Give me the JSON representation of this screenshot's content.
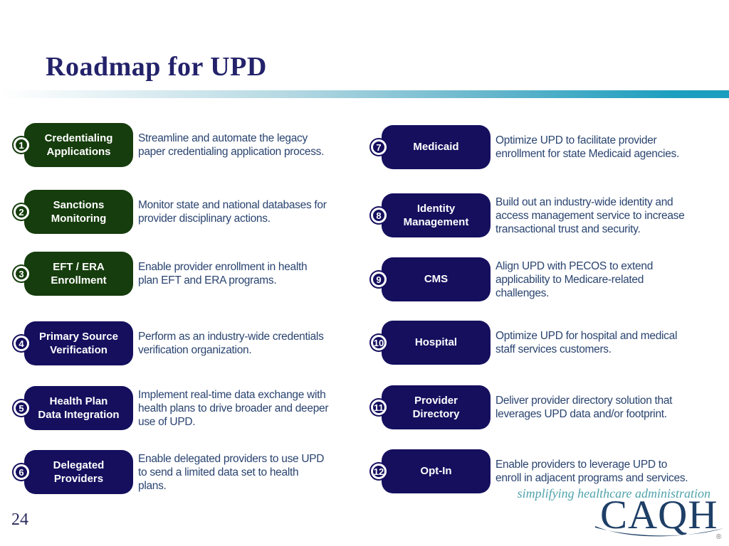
{
  "slide": {
    "title": "Roadmap for UPD",
    "page_number": "24"
  },
  "items": [
    {
      "number": "1",
      "color": "green",
      "label": "Credentialing\nApplications",
      "description": "Streamline and automate the legacy\npaper credentialing application process."
    },
    {
      "number": "2",
      "color": "green",
      "label": "Sanctions\nMonitoring",
      "description": "Monitor state and national databases for\nprovider disciplinary actions."
    },
    {
      "number": "3",
      "color": "green",
      "label": "EFT / ERA\nEnrollment",
      "description": "Enable provider enrollment in health\nplan EFT and ERA programs."
    },
    {
      "number": "4",
      "color": "navy",
      "label": "Primary Source\nVerification",
      "description": "Perform as an industry-wide credentials\nverification organization."
    },
    {
      "number": "5",
      "color": "navy",
      "label": "Health Plan\nData Integration",
      "description": "Implement real-time data exchange with\nhealth plans to drive broader and deeper\nuse of UPD."
    },
    {
      "number": "6",
      "color": "navy",
      "label": "Delegated\nProviders",
      "description": "Enable delegated providers to use UPD\nto send a limited data set to health\nplans."
    },
    {
      "number": "7",
      "color": "navy",
      "label": "Medicaid",
      "description": "Optimize UPD to facilitate provider\nenrollment for state Medicaid agencies."
    },
    {
      "number": "8",
      "color": "navy",
      "label": "Identity\nManagement",
      "description": "Build out an industry-wide identity and\naccess management service to increase\ntransactional trust and security."
    },
    {
      "number": "9",
      "color": "navy",
      "label": "CMS",
      "description": "Align UPD with PECOS to extend\napplicability to Medicare-related\nchallenges."
    },
    {
      "number": "10",
      "color": "navy",
      "label": "Hospital",
      "description": "Optimize UPD for hospital and medical\nstaff services customers."
    },
    {
      "number": "11",
      "color": "navy",
      "label": "Provider\nDirectory",
      "description": "Deliver provider directory solution that\nleverages UPD data and/or footprint."
    },
    {
      "number": "12",
      "color": "navy",
      "label": "Opt-In",
      "description": "Enable providers to leverage UPD to\nenroll in adjacent programs and services."
    }
  ],
  "footer": {
    "tagline": "simplifying healthcare administration",
    "logo_text": "CAQH",
    "registered_mark": "®"
  },
  "colors": {
    "green_pill": "#163D0D",
    "navy_pill": "#150F5E",
    "title_navy": "#23226A",
    "description_text": "#2A4470",
    "accent_teal": "#1B9EBE",
    "logo_navy": "#1E3F66",
    "tagline_teal": "#4FA3AB"
  }
}
